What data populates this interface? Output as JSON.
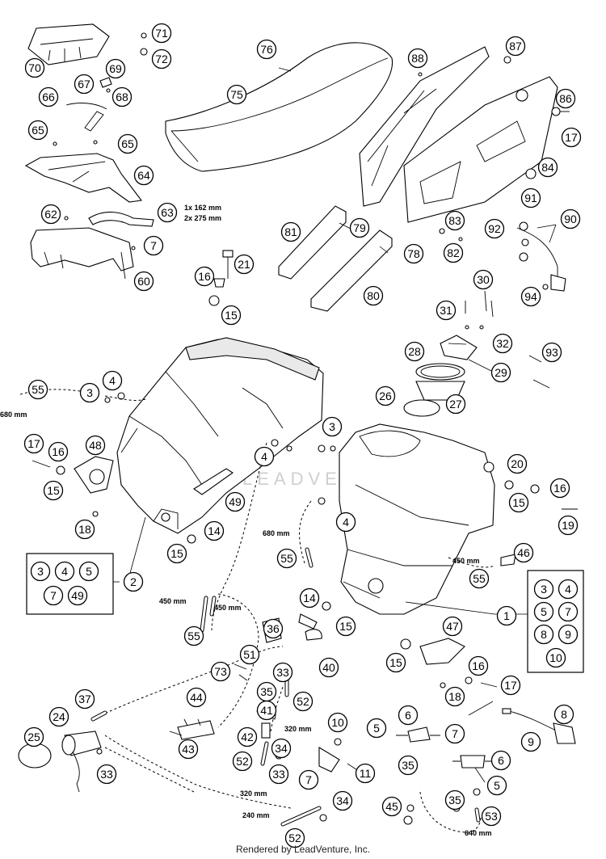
{
  "watermark_text": "LEADVENTURE",
  "footer": "Rendered by LeadVenture, Inc.",
  "measurements": {
    "hose_162_275": "1x 162 mm",
    "hose_162_275_b": "2x 275 mm",
    "m680_left": "680 mm",
    "m680_center": "680 mm",
    "m450_right": "450 mm",
    "m450_a": "450 mm",
    "m450_b": "450 mm",
    "m320_a": "320 mm",
    "m320_b": "320 mm",
    "m240": "240 mm",
    "m640": "640 mm"
  },
  "callouts": {
    "c1": "1",
    "c2": "2",
    "c3a": "3",
    "c3b": "3",
    "c4a": "4",
    "c4b": "4",
    "c4c": "4",
    "c5a": "5",
    "c5b": "5",
    "c6a": "6",
    "c6b": "6",
    "c7a": "7",
    "c7b": "7",
    "c7c": "7",
    "c8": "8",
    "c9": "9",
    "c10": "10",
    "c11": "11",
    "c14a": "14",
    "c14b": "14",
    "c15a": "15",
    "c15b": "15",
    "c15c": "15",
    "c15d": "15",
    "c15e": "15",
    "c15f": "15",
    "c16a": "16",
    "c16b": "16",
    "c16c": "16",
    "c16d": "16",
    "c17a": "17",
    "c17b": "17",
    "c17c": "17",
    "c18a": "18",
    "c18b": "18",
    "c19": "19",
    "c20": "20",
    "c21": "21",
    "c24": "24",
    "c25": "25",
    "c26": "26",
    "c27": "27",
    "c28": "28",
    "c29": "29",
    "c30": "30",
    "c31": "31",
    "c32": "32",
    "c33a": "33",
    "c33b": "33",
    "c33c": "33",
    "c34a": "34",
    "c34b": "34",
    "c35a": "35",
    "c35b": "35",
    "c35c": "35",
    "c36": "36",
    "c37": "37",
    "c40": "40",
    "c41": "41",
    "c42": "42",
    "c43": "43",
    "c44": "44",
    "c45": "45",
    "c46": "46",
    "c47": "47",
    "c48": "48",
    "c49": "49",
    "c51": "51",
    "c52a": "52",
    "c52b": "52",
    "c52c": "52",
    "c53": "53",
    "c55a": "55",
    "c55b": "55",
    "c55c": "55",
    "c55d": "55",
    "c60": "60",
    "c62": "62",
    "c63": "63",
    "c64": "64",
    "c65a": "65",
    "c65b": "65",
    "c66": "66",
    "c67": "67",
    "c68": "68",
    "c69": "69",
    "c70": "70",
    "c71": "71",
    "c72": "72",
    "c73": "73",
    "c75": "75",
    "c76": "76",
    "c78": "78",
    "c79": "79",
    "c80": "80",
    "c81": "81",
    "c82": "82",
    "c83": "83",
    "c84": "84",
    "c86": "86",
    "c87": "87",
    "c88": "88",
    "c90": "90",
    "c91": "91",
    "c92": "92",
    "c93": "93",
    "c94": "94"
  },
  "kit_left": {
    "items": [
      "3",
      "4",
      "5",
      "7",
      "49"
    ],
    "label": "2"
  },
  "kit_right": {
    "items": [
      "3",
      "4",
      "5",
      "7",
      "8",
      "9",
      "10"
    ],
    "label": "1"
  }
}
